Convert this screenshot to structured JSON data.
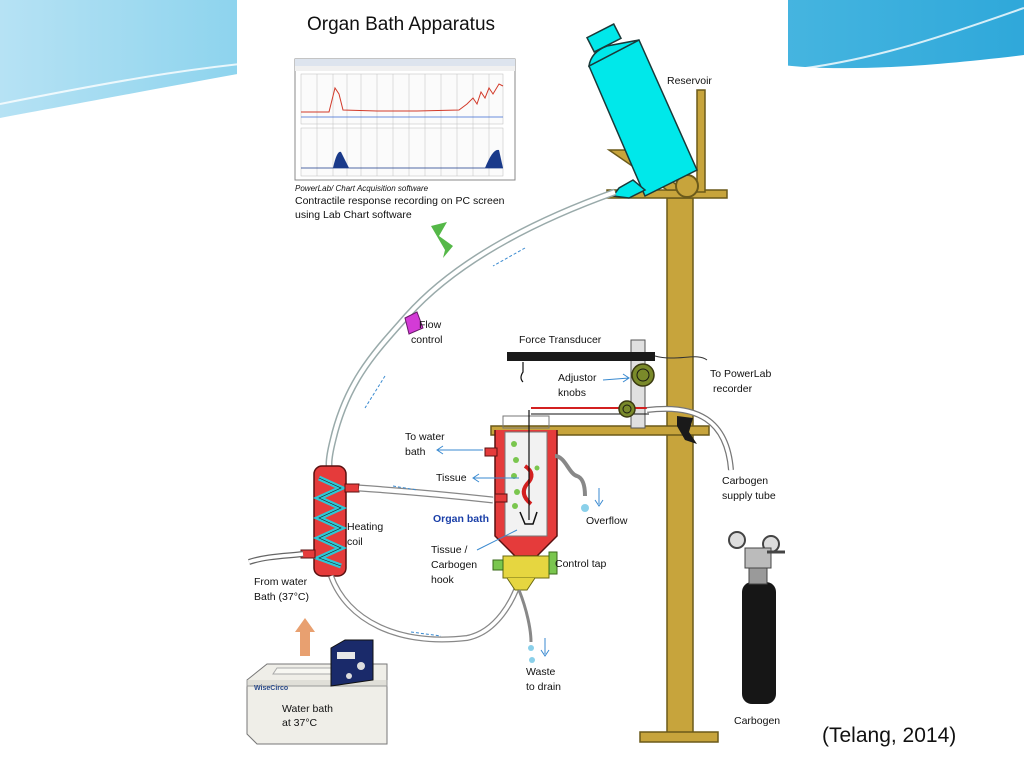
{
  "title": "Organ Bath Apparatus",
  "labels": {
    "reservoir": "Reservoir",
    "software_title": "PowerLab/ Chart Acquisition software",
    "software_line1": "Contractile response recording on PC screen",
    "software_line2": "using Lab Chart software",
    "flow_control_1": "Flow",
    "flow_control_2": "control",
    "force_transducer": "Force Transducer",
    "adjustor_1": "Adjustor",
    "adjustor_2": "knobs",
    "to_powerlab_1": "To PowerLab",
    "to_powerlab_2": "recorder",
    "to_water_bath_1": "To water",
    "to_water_bath_2": "bath",
    "tissue": "Tissue",
    "organ_bath": "Organ bath",
    "overflow": "Overflow",
    "carbogen_supply_1": "Carbogen",
    "carbogen_supply_2": "supply tube",
    "heating_coil_1": "Heating",
    "heating_coil_2": "coil",
    "tissue_hook_1": "Tissue /",
    "tissue_hook_2": "Carbogen",
    "tissue_hook_3": "hook",
    "control_tap": "Control tap",
    "from_water_bath_1": "From water",
    "from_water_bath_2": "Bath (37°C)",
    "waste_1": "Waste",
    "waste_2": "to drain",
    "water_bath_1": "Water bath",
    "water_bath_2": "at 37°C",
    "water_bath_brand": "WiseCirco",
    "carbogen": "Carbogen"
  },
  "citation": "(Telang, 2014)",
  "colors": {
    "reservoir": "#00e8ea",
    "stand": "#c7a43c",
    "heating_coil": "#e53b3b",
    "coil_inner": "#2ec7d6",
    "up_arrow_green": "#55b848",
    "up_arrow_orange": "#e8a070",
    "organ_bath_label": "#1a3fa8",
    "flow_control": "#d33bd6"
  }
}
